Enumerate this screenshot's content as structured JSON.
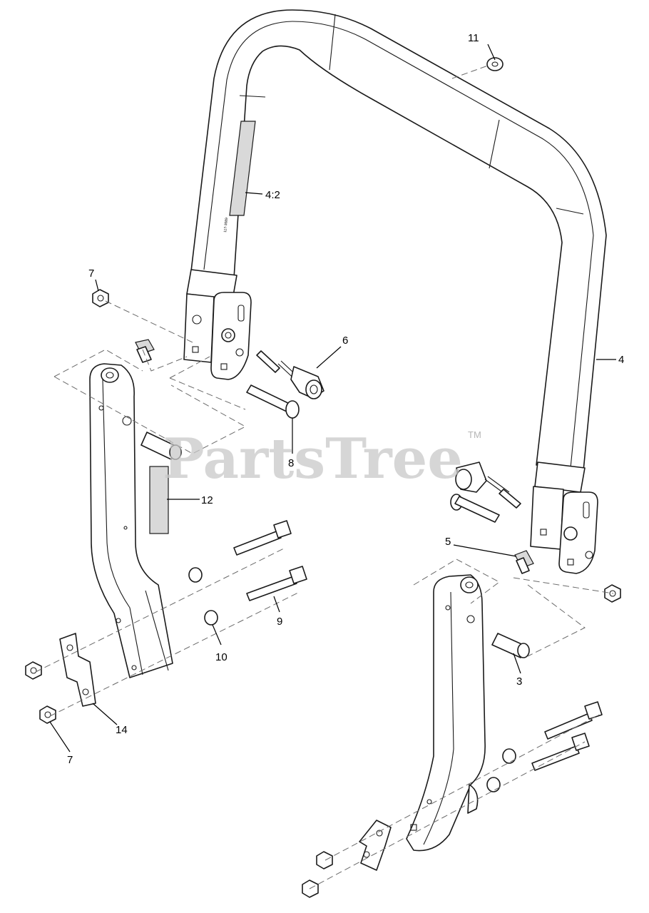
{
  "watermark": {
    "brand": "PartsTree",
    "trademark": "TM"
  },
  "decal_text": "117-3089",
  "callouts": [
    {
      "id": "c11",
      "label": "11"
    },
    {
      "id": "c4-2",
      "label": "4:2"
    },
    {
      "id": "c7a",
      "label": "7"
    },
    {
      "id": "c6",
      "label": "6"
    },
    {
      "id": "c4",
      "label": "4"
    },
    {
      "id": "c8",
      "label": "8"
    },
    {
      "id": "c12",
      "label": "12"
    },
    {
      "id": "c5",
      "label": "5"
    },
    {
      "id": "c9",
      "label": "9"
    },
    {
      "id": "c10",
      "label": "10"
    },
    {
      "id": "c3",
      "label": "3"
    },
    {
      "id": "c14",
      "label": "14"
    },
    {
      "id": "c7b",
      "label": "7"
    }
  ]
}
